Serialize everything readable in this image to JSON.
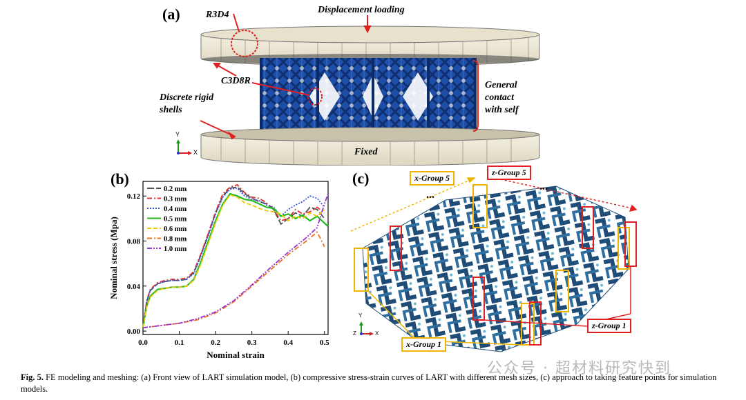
{
  "panel_a": {
    "letter": "(a)",
    "label_r3d4": "R3D4",
    "label_displacement": "Displacement loading",
    "label_c3d8r": "C3D8R",
    "label_discrete_1": "Discrete rigid",
    "label_discrete_2": "shells",
    "label_general_1": "General",
    "label_general_2": "contact",
    "label_general_3": "with self",
    "label_fixed": "Fixed",
    "axis_y": "Y",
    "axis_x": "X",
    "colors": {
      "plate": "#ece7d4",
      "lattice": "#1d4fa8",
      "annotation": "#e02020"
    }
  },
  "panel_b": {
    "letter": "(b)",
    "chart_data": {
      "type": "line",
      "title": "",
      "xlabel": "Nominal strain",
      "ylabel": "Nominal stress (Mpa)",
      "xlim": [
        0,
        0.51
      ],
      "ylim": [
        -0.003,
        0.133
      ],
      "xticks": [
        0.0,
        0.1,
        0.2,
        0.3,
        0.4,
        0.5
      ],
      "xtick_labels": [
        "0.0",
        "0.1",
        "0.2",
        "0.3",
        "0.4",
        "0.5"
      ],
      "yticks": [
        0.0,
        0.04,
        0.08,
        0.12
      ],
      "ytick_labels": [
        "0.00",
        "0.04",
        "0.08",
        "0.12"
      ],
      "legend_placement": "top-left",
      "series": [
        {
          "name": "0.2 mm",
          "color": "#505050",
          "dash": "long",
          "x": [
            0,
            0.01,
            0.02,
            0.04,
            0.06,
            0.08,
            0.1,
            0.12,
            0.14,
            0.16,
            0.18,
            0.2,
            0.22,
            0.24,
            0.26,
            0.28,
            0.3,
            0.32,
            0.34,
            0.36,
            0.38,
            0.4,
            0.42,
            0.44,
            0.46,
            0.48,
            0.5
          ],
          "y": [
            0.003,
            0.026,
            0.036,
            0.042,
            0.044,
            0.045,
            0.045,
            0.046,
            0.052,
            0.068,
            0.086,
            0.105,
            0.12,
            0.127,
            0.128,
            0.122,
            0.118,
            0.115,
            0.113,
            0.108,
            0.095,
            0.1,
            0.105,
            0.102,
            0.11,
            0.108,
            0.1
          ]
        },
        {
          "name": "0.3 mm",
          "color": "#e03030",
          "dash": "dashdot",
          "x": [
            0,
            0.01,
            0.02,
            0.04,
            0.06,
            0.08,
            0.1,
            0.12,
            0.14,
            0.16,
            0.18,
            0.2,
            0.22,
            0.24,
            0.26,
            0.28,
            0.3,
            0.32,
            0.34,
            0.36,
            0.38,
            0.4,
            0.42,
            0.44,
            0.46,
            0.48,
            0.5
          ],
          "y": [
            0.003,
            0.027,
            0.037,
            0.043,
            0.045,
            0.046,
            0.046,
            0.047,
            0.053,
            0.069,
            0.087,
            0.106,
            0.122,
            0.128,
            0.13,
            0.123,
            0.119,
            0.118,
            0.114,
            0.108,
            0.098,
            0.1,
            0.108,
            0.104,
            0.106,
            0.11,
            0.105
          ]
        },
        {
          "name": "0.4 mm",
          "color": "#3355dd",
          "dash": "dot",
          "x": [
            0,
            0.01,
            0.02,
            0.04,
            0.06,
            0.08,
            0.1,
            0.12,
            0.14,
            0.16,
            0.18,
            0.2,
            0.22,
            0.24,
            0.26,
            0.28,
            0.3,
            0.32,
            0.34,
            0.36,
            0.38,
            0.4,
            0.42,
            0.44,
            0.46,
            0.48,
            0.5
          ],
          "y": [
            0.003,
            0.026,
            0.036,
            0.042,
            0.044,
            0.045,
            0.045,
            0.046,
            0.051,
            0.067,
            0.085,
            0.104,
            0.119,
            0.126,
            0.127,
            0.12,
            0.117,
            0.116,
            0.112,
            0.11,
            0.102,
            0.108,
            0.112,
            0.115,
            0.12,
            0.118,
            0.11
          ]
        },
        {
          "name": "0.5 mm",
          "color": "#22bb22",
          "dash": "solid",
          "x": [
            0,
            0.01,
            0.02,
            0.04,
            0.06,
            0.08,
            0.1,
            0.12,
            0.14,
            0.16,
            0.18,
            0.2,
            0.22,
            0.24,
            0.26,
            0.28,
            0.3,
            0.32,
            0.34,
            0.36,
            0.38,
            0.4,
            0.42,
            0.44,
            0.46,
            0.48,
            0.5,
            0.51
          ],
          "y": [
            0.003,
            0.022,
            0.031,
            0.037,
            0.038,
            0.039,
            0.039,
            0.04,
            0.046,
            0.062,
            0.08,
            0.098,
            0.113,
            0.122,
            0.12,
            0.117,
            0.116,
            0.113,
            0.11,
            0.109,
            0.102,
            0.104,
            0.1,
            0.103,
            0.098,
            0.102,
            0.096,
            0.093
          ]
        },
        {
          "name": "0.6 mm",
          "color": "#f0c800",
          "dash": "dash",
          "x": [
            0,
            0.01,
            0.02,
            0.04,
            0.06,
            0.08,
            0.1,
            0.12,
            0.14,
            0.16,
            0.18,
            0.2,
            0.22,
            0.24,
            0.26,
            0.28,
            0.3,
            0.32,
            0.34,
            0.36,
            0.38,
            0.4,
            0.42,
            0.44,
            0.46,
            0.48,
            0.5
          ],
          "y": [
            0.003,
            0.021,
            0.03,
            0.036,
            0.038,
            0.039,
            0.039,
            0.04,
            0.045,
            0.06,
            0.078,
            0.096,
            0.112,
            0.121,
            0.119,
            0.114,
            0.112,
            0.109,
            0.107,
            0.106,
            0.104,
            0.098,
            0.102,
            0.1,
            0.105,
            0.102,
            0.108
          ]
        },
        {
          "name": "0.8 mm",
          "color": "#f07020",
          "dash": "dashdot",
          "x": [
            0,
            0.05,
            0.1,
            0.15,
            0.2,
            0.25,
            0.3,
            0.35,
            0.4,
            0.45,
            0.48,
            0.5
          ],
          "y": [
            0.003,
            0.005,
            0.007,
            0.01,
            0.016,
            0.026,
            0.04,
            0.054,
            0.068,
            0.08,
            0.088,
            0.075
          ]
        },
        {
          "name": "1.0 mm",
          "color": "#9933cc",
          "dash": "dashdotdot",
          "x": [
            0,
            0.05,
            0.1,
            0.15,
            0.2,
            0.25,
            0.3,
            0.35,
            0.4,
            0.45,
            0.48,
            0.5,
            0.51
          ],
          "y": [
            0.003,
            0.005,
            0.007,
            0.011,
            0.017,
            0.027,
            0.041,
            0.056,
            0.07,
            0.083,
            0.092,
            0.113,
            0.122
          ]
        }
      ]
    }
  },
  "panel_c": {
    "letter": "(c)",
    "x_group_5": "x-Group 5",
    "z_group_5": "z-Group 5",
    "x_group_1": "x-Group 1",
    "z_group_1": "z-Group 1",
    "ellipsis": "...",
    "axis_y": "Y",
    "axis_z": "Z",
    "axis_x": "X",
    "colors": {
      "lattice": "#24557e",
      "x_group": "#f0b400",
      "z_group": "#e02020"
    }
  },
  "caption": {
    "label": "Fig. 5.",
    "text": " FE modeling and meshing: (a) Front view of LART simulation model, (b) compressive stress-strain curves of LART with different mesh sizes, (c) approach to taking feature points for simulation models."
  },
  "watermark": "公众号 · 超材料研究快到"
}
